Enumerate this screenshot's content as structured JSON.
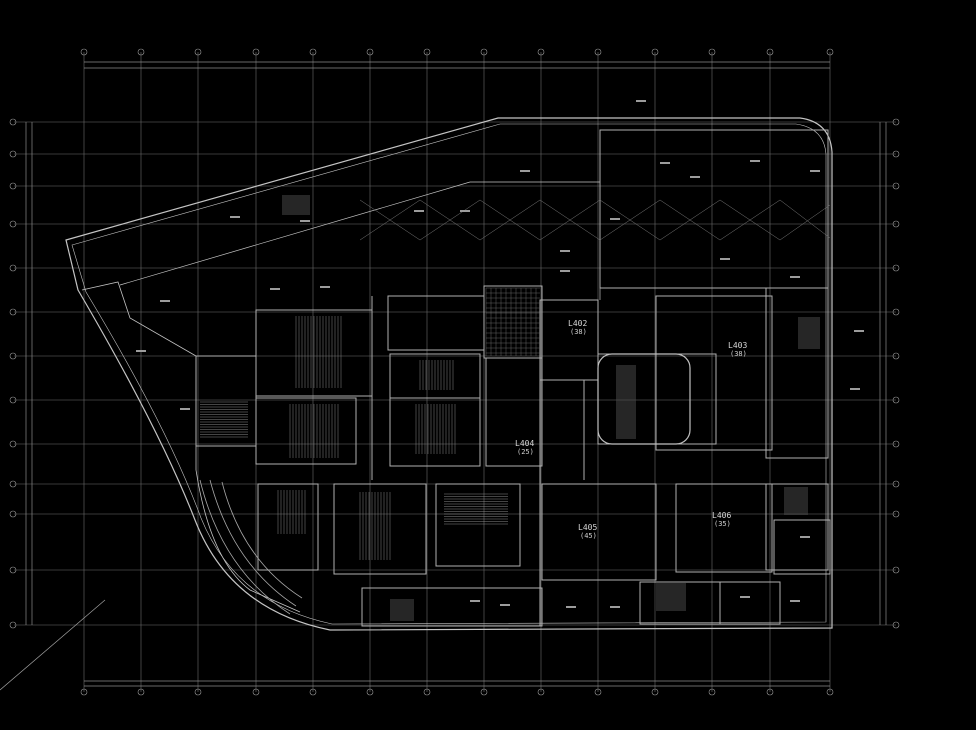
{
  "drawing": {
    "background": "#000000",
    "line_color": "#b8b8b8",
    "grid_color": "#6e6e6e",
    "hatch_color": "#8a8a8a"
  },
  "units": [
    {
      "id": "L402",
      "code": "L402",
      "area": "(38)"
    },
    {
      "id": "L403",
      "code": "L403",
      "area": "(38)"
    },
    {
      "id": "L404",
      "code": "L404",
      "area": "(25)"
    },
    {
      "id": "L405",
      "code": "L405",
      "area": "(45)"
    },
    {
      "id": "L406",
      "code": "L406",
      "area": "(35)"
    }
  ]
}
